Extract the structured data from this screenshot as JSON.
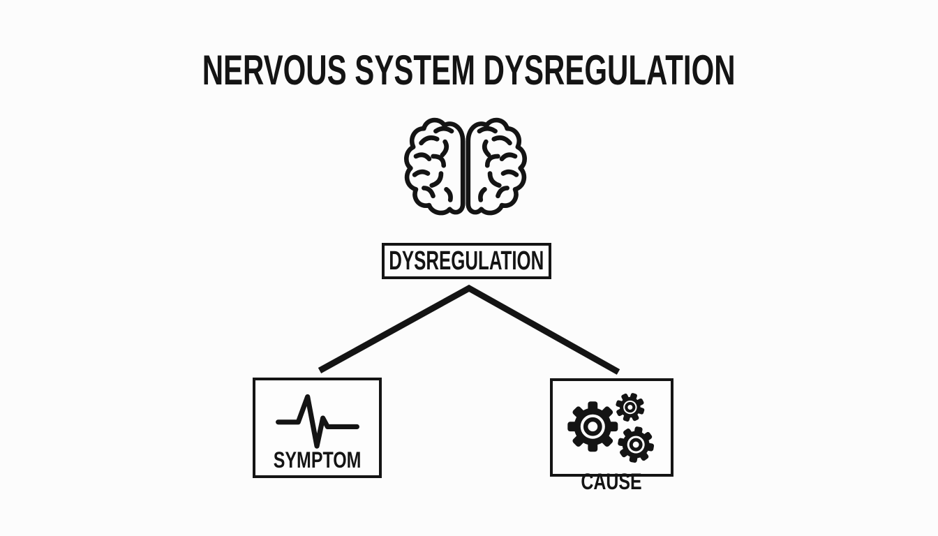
{
  "title": "NERVOUS SYSTEM DYSREGULATION",
  "nodes": {
    "root": {
      "label": "DYSREGULATION"
    },
    "symptom": {
      "label": "SYMPTOM",
      "icon": "heartbeat-waveform-icon"
    },
    "cause": {
      "label": "CAUSE",
      "icon": "gears-icon"
    }
  },
  "header_icon": "brain-icon",
  "connections": [
    {
      "from": "DYSREGULATION",
      "to": "SYMPTOM"
    },
    {
      "from": "DYSREGULATION",
      "to": "CAUSE"
    }
  ],
  "colors": {
    "background": "#fcfcfc",
    "ink": "#141414",
    "box_background": "#fdfdfd"
  }
}
